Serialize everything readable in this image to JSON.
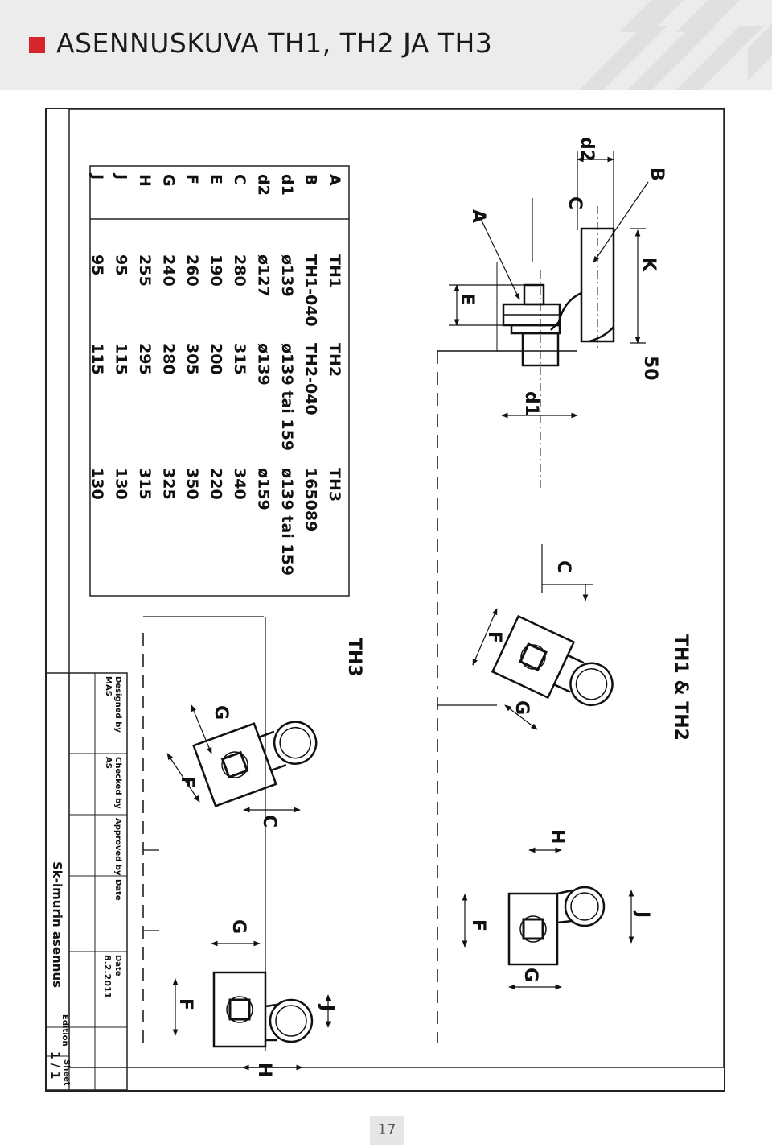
{
  "page": {
    "title": "ASENNUSKUVA TH1, TH2 JA TH3",
    "page_number": "17",
    "accent_color": "#d7252e"
  },
  "table": {
    "rows": [
      [
        "A",
        "TH1",
        "TH2",
        "TH3"
      ],
      [
        "B",
        "TH1-040",
        "TH2-040",
        "165089"
      ],
      [
        "d1",
        "ø139",
        "ø139 tai 159",
        "ø139 tai 159"
      ],
      [
        "d2",
        "ø127",
        "ø139",
        "ø159"
      ],
      [
        "C",
        "280",
        "315",
        "340"
      ],
      [
        "E",
        "190",
        "200",
        "220"
      ],
      [
        "F",
        "260",
        "305",
        "350"
      ],
      [
        "G",
        "240",
        "280",
        "325"
      ],
      [
        "H",
        "255",
        "295",
        "315"
      ],
      [
        "J",
        "95",
        "115",
        "130"
      ],
      [
        "J",
        "95",
        "115",
        "130"
      ]
    ]
  },
  "labels": {
    "A": "A",
    "B": "B",
    "C": "C",
    "d1": "d1",
    "d2": "d2",
    "E": "E",
    "K": "K",
    "n50": "50",
    "F": "F",
    "G": "G",
    "H": "H",
    "J": "J",
    "th1th2": "TH1 & TH2",
    "th3": "TH3"
  },
  "titleblock": {
    "designed_by_label": "Designed by",
    "designed_by": "MAS",
    "checked_by_label": "Checked by",
    "checked_by": "AS",
    "approved_by_label": "Approved by",
    "date_label": "Date",
    "date_label2": "Date",
    "date": "8.2.2011",
    "drawing_title": "Sk-imurin asennus",
    "edition_label": "Edition",
    "sheet_label": "Sheet",
    "sheet": "1 / 1"
  }
}
